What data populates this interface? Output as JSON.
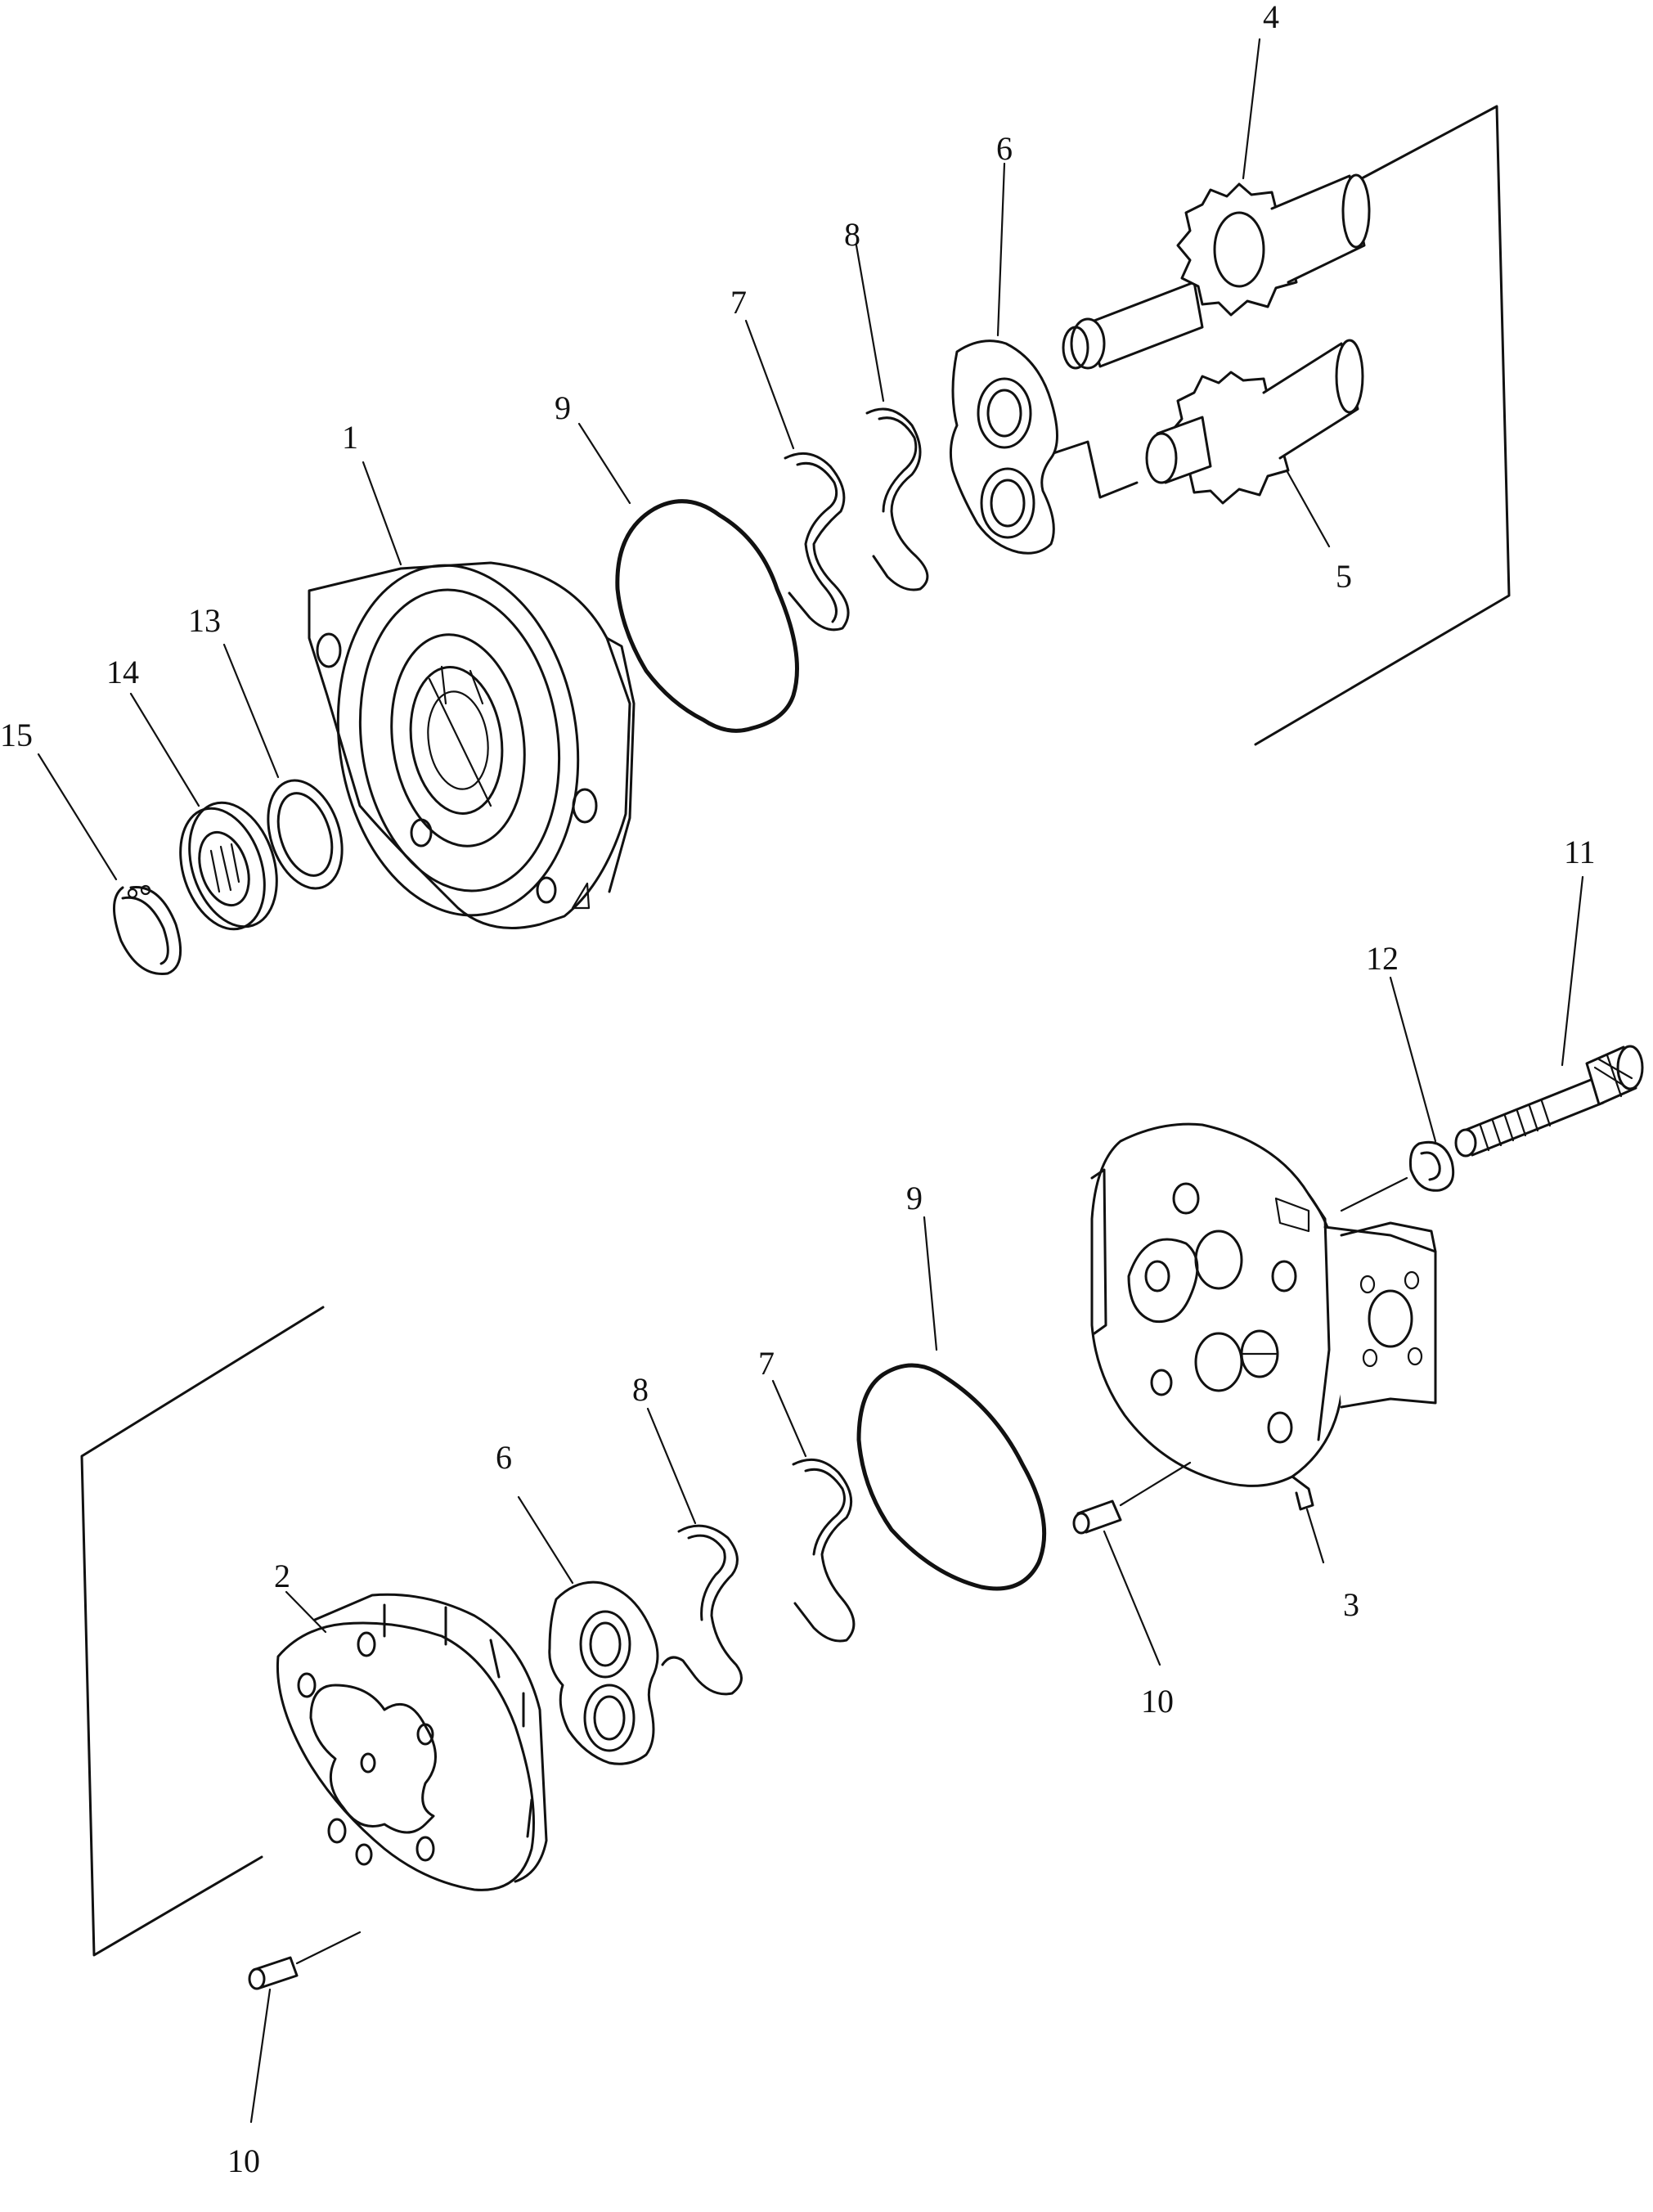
{
  "diagram": {
    "callouts": [
      {
        "id": "c1",
        "label": "1"
      },
      {
        "id": "c2",
        "label": "2"
      },
      {
        "id": "c3",
        "label": "3"
      },
      {
        "id": "c4",
        "label": "4"
      },
      {
        "id": "c5",
        "label": "5"
      },
      {
        "id": "c6a",
        "label": "6"
      },
      {
        "id": "c6b",
        "label": "6"
      },
      {
        "id": "c7a",
        "label": "7"
      },
      {
        "id": "c7b",
        "label": "7"
      },
      {
        "id": "c8a",
        "label": "8"
      },
      {
        "id": "c8b",
        "label": "8"
      },
      {
        "id": "c9a",
        "label": "9"
      },
      {
        "id": "c9b",
        "label": "9"
      },
      {
        "id": "c10a",
        "label": "10"
      },
      {
        "id": "c10b",
        "label": "10"
      },
      {
        "id": "c11",
        "label": "11"
      },
      {
        "id": "c12",
        "label": "12"
      },
      {
        "id": "c13",
        "label": "13"
      },
      {
        "id": "c14",
        "label": "14"
      },
      {
        "id": "c15",
        "label": "15"
      }
    ]
  }
}
